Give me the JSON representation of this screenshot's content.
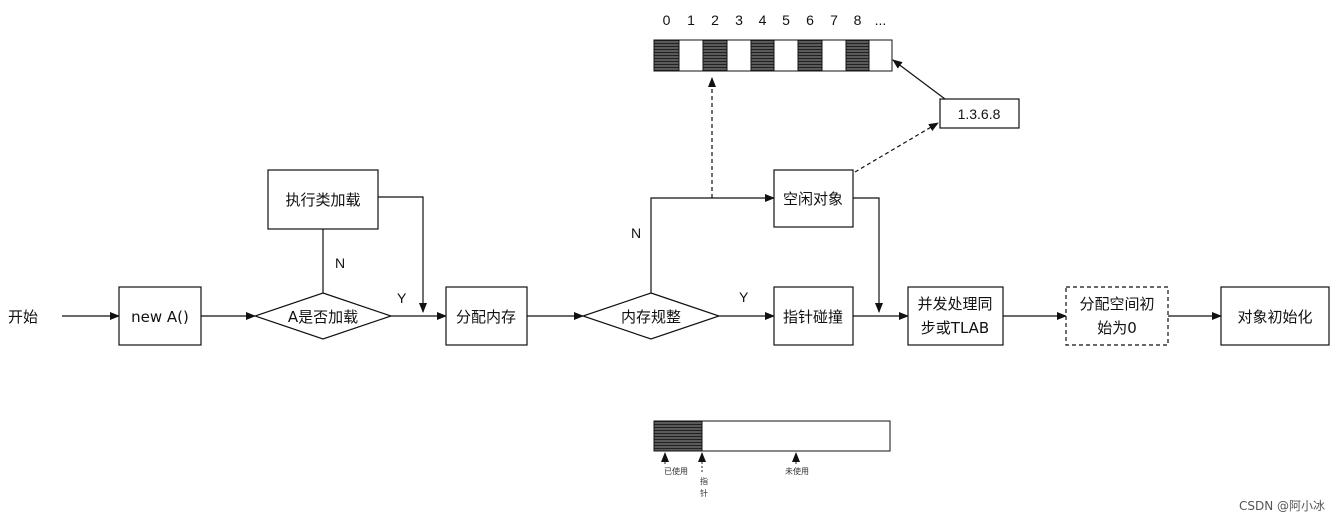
{
  "nodes": {
    "start": "开始",
    "new_a": "new A()",
    "is_loaded": "A是否加载",
    "class_load": "执行类加载",
    "alloc_mem": "分配内存",
    "mem_regular": "内存规整",
    "free_obj": "空闲对象",
    "pointer_bump": "指针碰撞",
    "concurrent_line1": "并发处理同",
    "concurrent_line2": "步或TLAB",
    "zero_line1": "分配空间初",
    "zero_line2": "始为0",
    "obj_init": "对象初始化",
    "free_list": "1.3.6.8"
  },
  "edges": {
    "no_load": "N",
    "yes_load": "Y",
    "no_regular": "N",
    "yes_regular": "Y"
  },
  "top_bar": {
    "indices": [
      "0",
      "1",
      "2",
      "3",
      "4",
      "5",
      "6",
      "7",
      "8",
      "..."
    ],
    "cells": [
      1,
      0,
      1,
      0,
      1,
      0,
      1,
      0,
      1,
      0
    ]
  },
  "bottom_bar": {
    "used_label": "已使用",
    "pointer_label_1": "指",
    "pointer_label_2": "针",
    "unused_label": "未使用"
  },
  "watermark": "CSDN @阿小冰"
}
